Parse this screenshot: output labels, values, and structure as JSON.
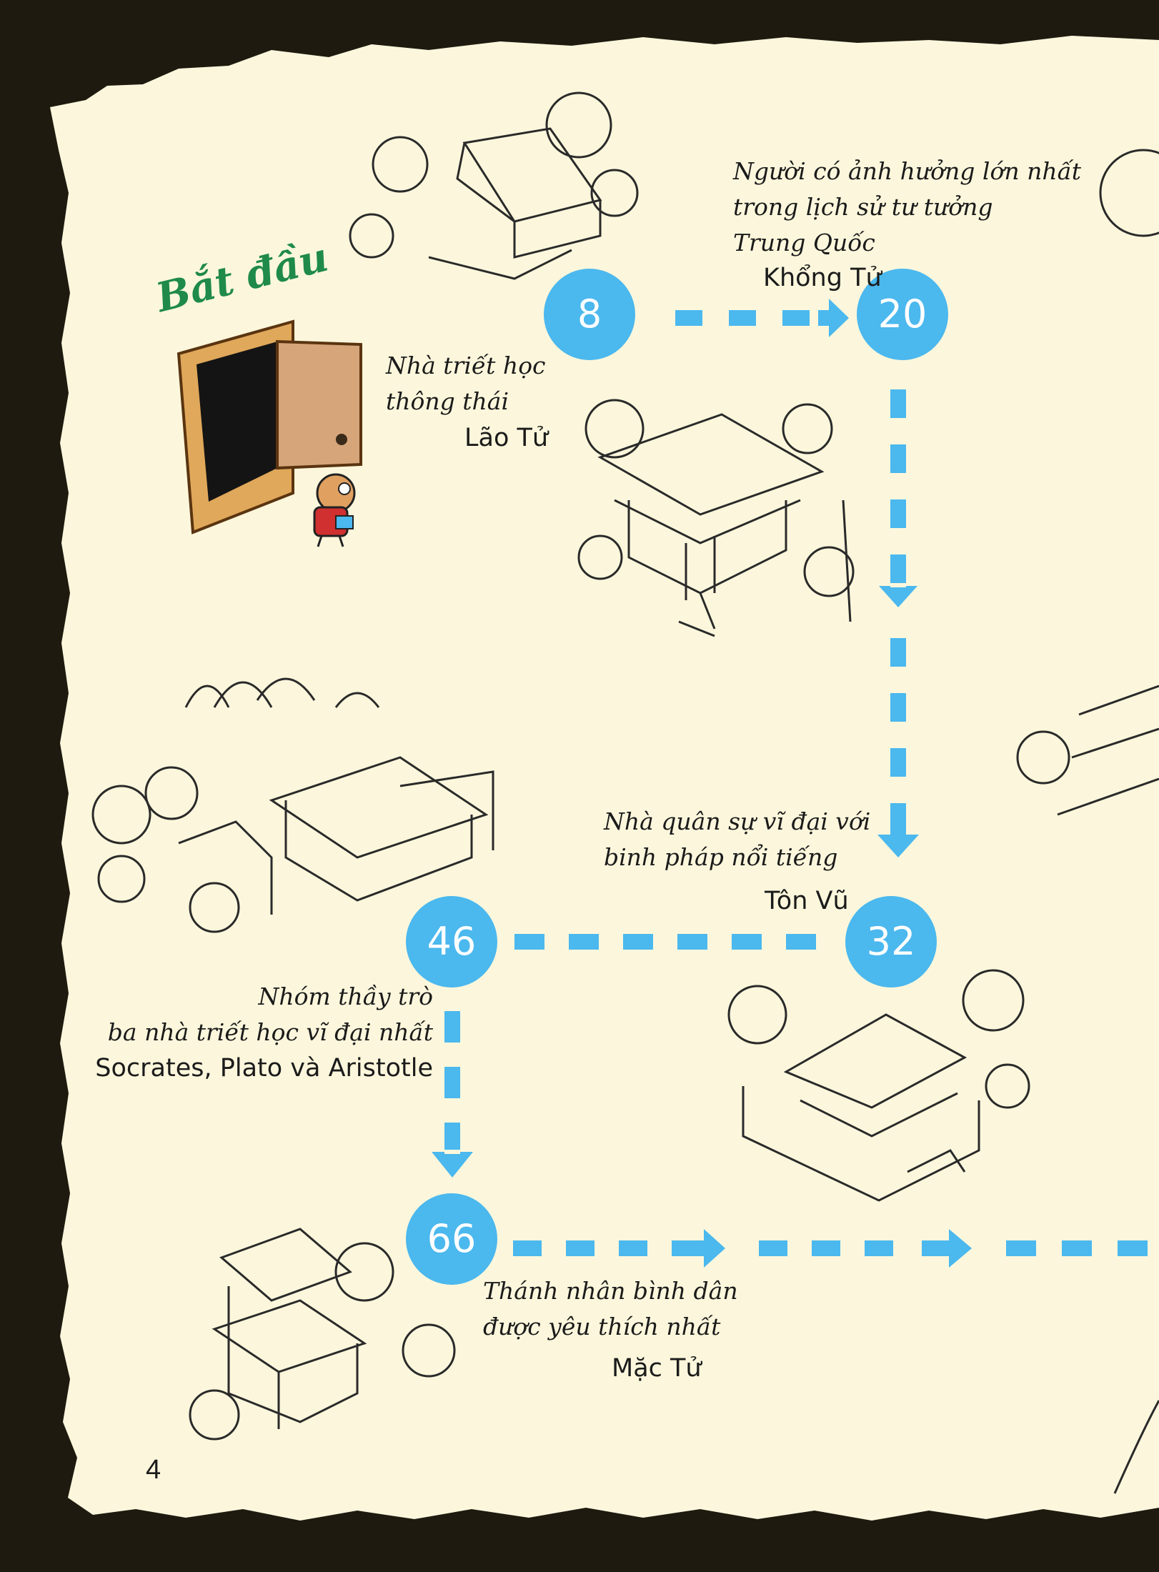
{
  "start": {
    "label": "Bắt đầu"
  },
  "stops": [
    {
      "page": "8",
      "description": [
        "Nhà triết học",
        "thông thái"
      ],
      "name": "Lão Tử"
    },
    {
      "page": "20",
      "description": [
        "Người có ảnh hưởng lớn nhất",
        "trong lịch sử tư tưởng",
        "Trung Quốc"
      ],
      "name": "Khổng Tử"
    },
    {
      "page": "32",
      "description": [
        "Nhà quân sự vĩ đại với",
        "binh pháp nổi tiếng"
      ],
      "name": "Tôn Vũ"
    },
    {
      "page": "46",
      "description": [
        "Nhóm thầy trò",
        "ba nhà triết học vĩ đại nhất"
      ],
      "name": "Socrates, Plato và Aristotle"
    },
    {
      "page": "66",
      "description": [
        "Thánh nhân bình dân",
        "được yêu thích nhất"
      ],
      "name": "Mặc Tử"
    }
  ],
  "page_number": "4",
  "colors": {
    "path_blue": "#4bb8ee",
    "paper": "#fcf7dc",
    "border": "#1e1a10",
    "start_green": "#1f8a4a"
  }
}
